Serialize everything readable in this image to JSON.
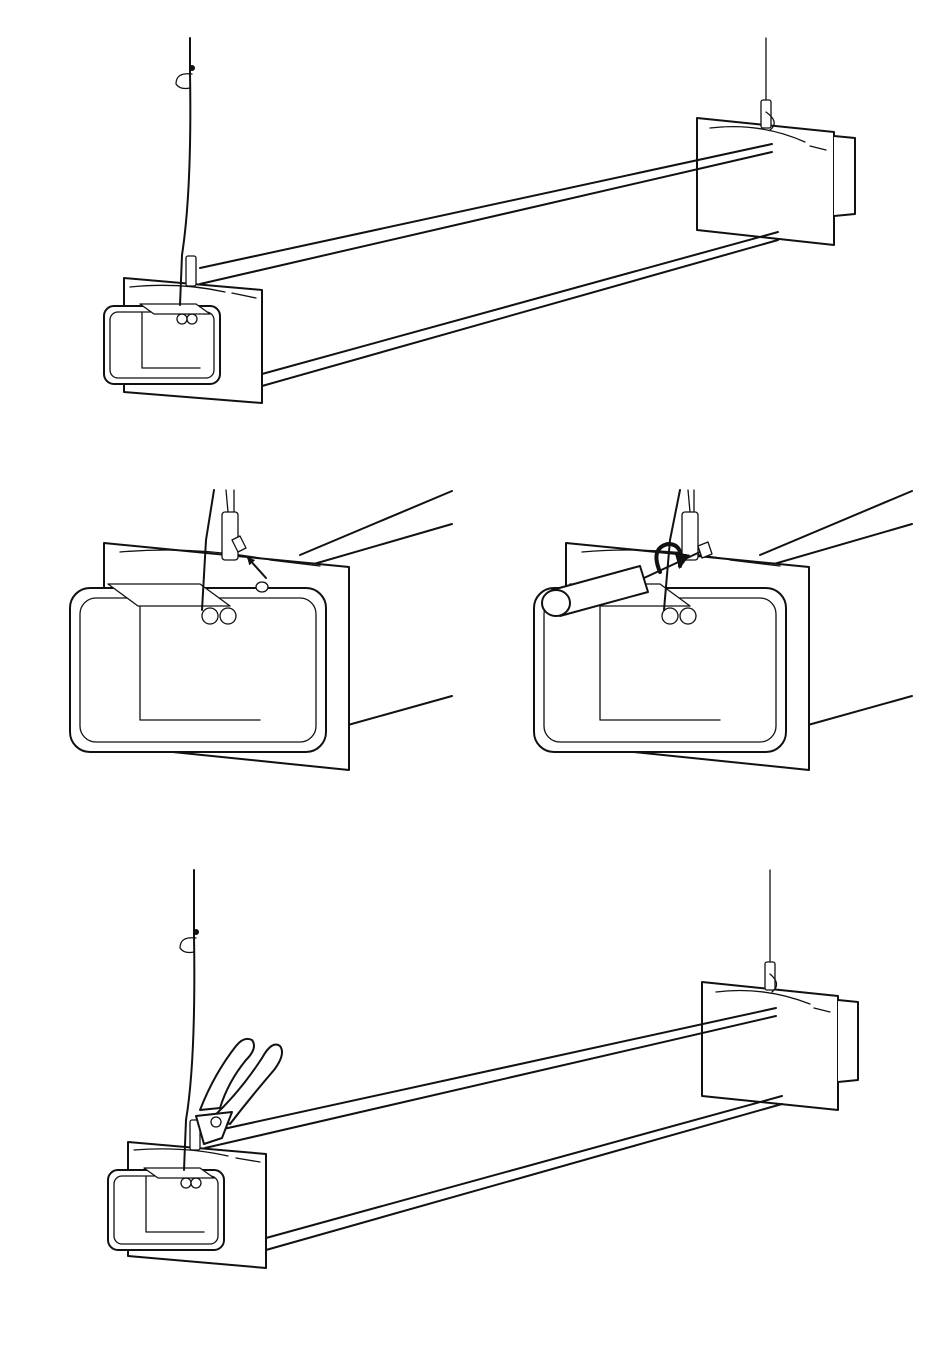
{
  "illustration": {
    "line_color": "#111111",
    "background_color": "#ffffff",
    "panels": [
      {
        "id": "duct-suspended-overview",
        "icons": [
          "suspension-wire-icon",
          "rectangular-duct-icon",
          "duct-flange-icon",
          "wire-loop-icon"
        ]
      },
      {
        "id": "set-screw-insertion-detail",
        "icons": [
          "set-screw-icon",
          "insert-arrow-icon"
        ]
      },
      {
        "id": "tighten-screw-detail",
        "icons": [
          "screwdriver-icon",
          "rotate-arrow-icon"
        ]
      },
      {
        "id": "cut-excess-wire-overview",
        "icons": [
          "pliers-icon",
          "suspension-wire-icon",
          "rectangular-duct-icon"
        ]
      }
    ]
  }
}
